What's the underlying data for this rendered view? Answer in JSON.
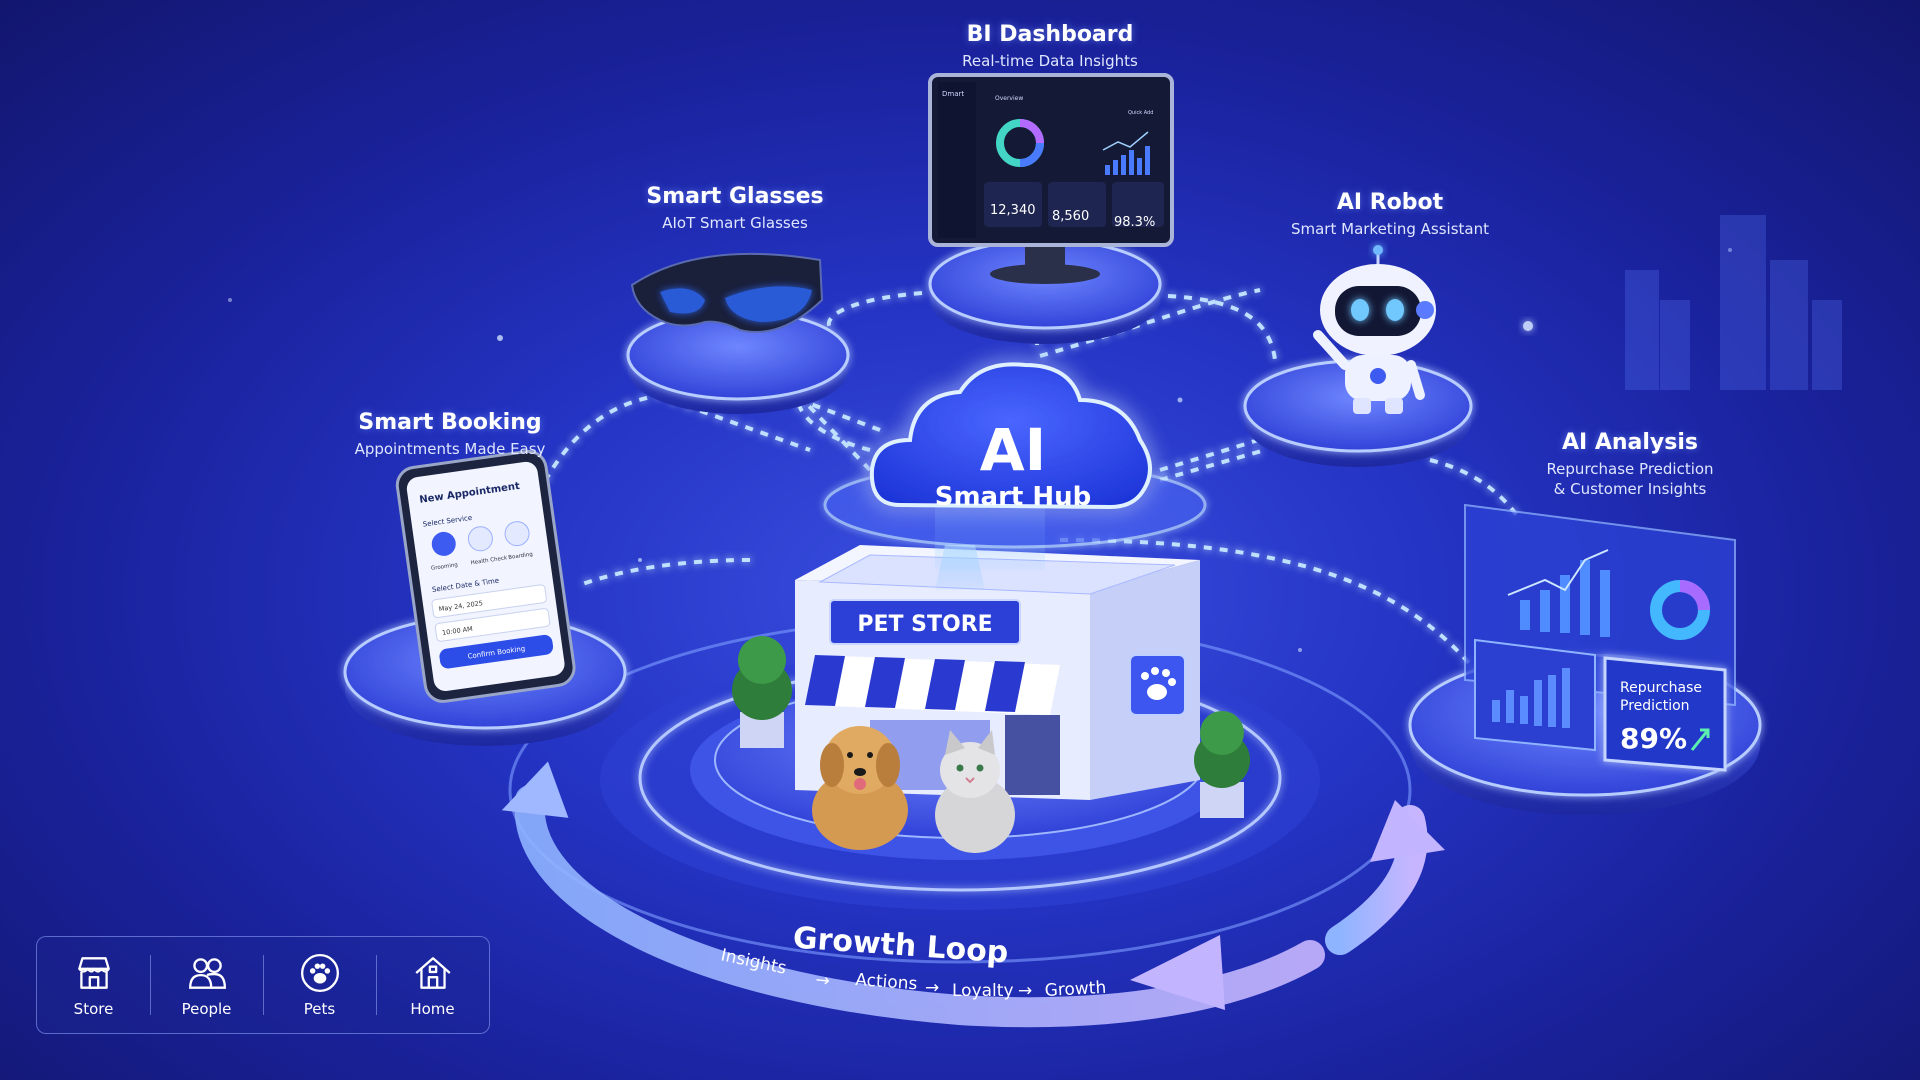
{
  "hub": {
    "line1": "AI",
    "line2": "Smart Hub"
  },
  "nodes": {
    "bi_dashboard": {
      "title": "BI Dashboard",
      "subtitle": "Real-time Data Insights"
    },
    "smart_glasses": {
      "title": "Smart Glasses",
      "subtitle": "AIoT Smart Glasses"
    },
    "ai_robot": {
      "title": "AI Robot",
      "subtitle": "Smart Marketing Assistant"
    },
    "smart_booking": {
      "title": "Smart Booking",
      "subtitle": "Appointments Made Easy"
    },
    "ai_analysis": {
      "title": "AI Analysis",
      "subtitle_line1": "Repurchase Prediction",
      "subtitle_line2": "& Customer Insights"
    }
  },
  "dashboard": {
    "brand": "Dmart",
    "header": "Overview",
    "button": "Quick Add",
    "kpi1": "12,340",
    "kpi2": "8,560",
    "kpi3": "98.3%"
  },
  "booking": {
    "title": "New Appointment",
    "select_service": "Select Service",
    "services": [
      "Grooming",
      "Health Check",
      "Boarding"
    ],
    "select_datetime": "Select Date & Time",
    "date": "May 24, 2025",
    "time": "10:00 AM",
    "confirm": "Confirm Booking"
  },
  "analysis": {
    "card_label_line1": "Repurchase",
    "card_label_line2": "Prediction",
    "value": "89%"
  },
  "store": {
    "sign": "PET STORE"
  },
  "growth_loop": {
    "title": "Growth Loop",
    "steps": [
      "Insights",
      "Actions",
      "Loyalty",
      "Growth"
    ],
    "arrow": "→"
  },
  "nav": {
    "items": [
      {
        "label": "Store",
        "icon": "store-icon"
      },
      {
        "label": "People",
        "icon": "people-icon"
      },
      {
        "label": "Pets",
        "icon": "paw-icon"
      },
      {
        "label": "Home",
        "icon": "home-icon"
      }
    ]
  },
  "colors": {
    "accent": "#7fa2ff",
    "glow": "#9fd0ff",
    "background": "#2434c4",
    "awning": "#2a3ad0"
  }
}
